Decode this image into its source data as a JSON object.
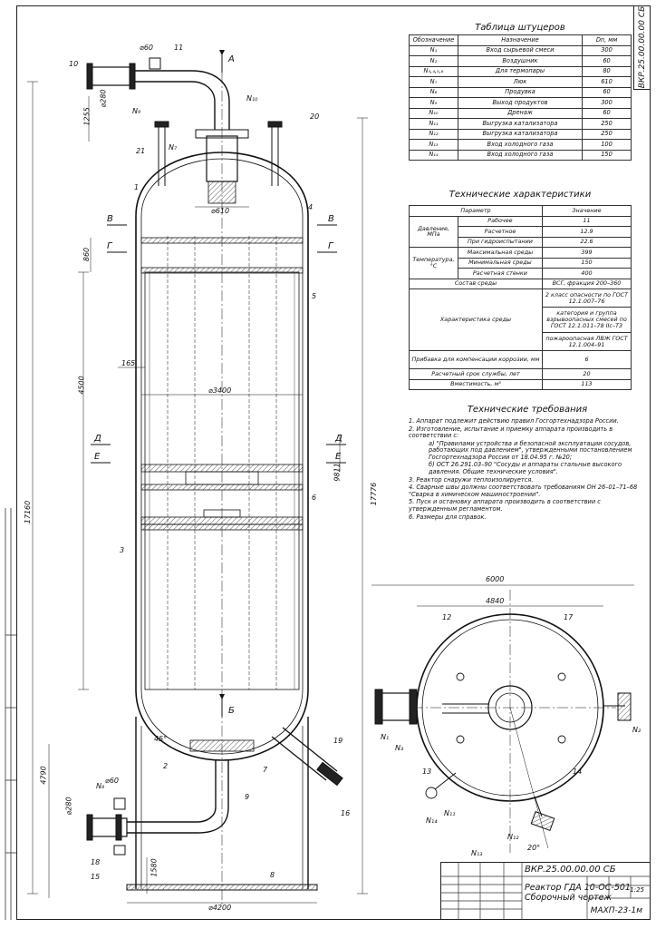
{
  "sheet": {
    "code": "ВКР.25.00.00.00 СБ",
    "code_top": "ВКР.25.00.00.00 СБ"
  },
  "nozzles": {
    "title": "Таблица штуцеров",
    "headers": [
      "Обозначение",
      "Назначение",
      "Dn, мм"
    ],
    "rows": [
      [
        "N₁",
        "Вход сырьевой смеси",
        "300"
      ],
      [
        "N₂",
        "Воздушник",
        "60"
      ],
      [
        "N₃,₄,₅,₆",
        "Для термопары",
        "80"
      ],
      [
        "N₇",
        "Люк",
        "610"
      ],
      [
        "N₈",
        "Продувка",
        "60"
      ],
      [
        "N₉",
        "Выход продуктов",
        "300"
      ],
      [
        "N₁₀",
        "Дренаж",
        "60"
      ],
      [
        "N₁₁",
        "Выгрузка катализатора",
        "250"
      ],
      [
        "N₁₂",
        "Выгрузка катализатора",
        "250"
      ],
      [
        "N₁₃",
        "Вход холодного газа",
        "100"
      ],
      [
        "N₁₄",
        "Вход холодного газа",
        "150"
      ]
    ]
  },
  "chars": {
    "title": "Технические характеристики",
    "headers": [
      "Параметр",
      "Значение"
    ],
    "pressure_label": "Давление, МПа",
    "pressure_rows": [
      [
        "Рабочее",
        "11"
      ],
      [
        "Расчетное",
        "12.9"
      ],
      [
        "При гидроиспытании",
        "22.6"
      ]
    ],
    "temp_label": "Температура, °С",
    "temp_rows": [
      [
        "Максимальная среды",
        "399"
      ],
      [
        "Минимальная среды",
        "150"
      ],
      [
        "Расчетная стенки",
        "400"
      ]
    ],
    "medium_label": "Состав среды",
    "medium_value": "ВСГ, фракция 200–360",
    "medium_char_label": "Характеристика среды",
    "medium_char_values": [
      "2 класс опасности по ГОСТ 12.1.007–76",
      "категория и группа взрывоопасных смесей по ГОСТ 12.1.011–78 IIс–Т3",
      "пожароопасная ЛВЖ ГОСТ 12.1.004–91"
    ],
    "other_rows": [
      [
        "Прибавка для компенсации коррозии, мм",
        "6"
      ],
      [
        "Расчетный срок службы, лет",
        "20"
      ],
      [
        "Вместимость, м³",
        "113"
      ]
    ]
  },
  "requirements": {
    "title": "Технические требования",
    "items": [
      "1. Аппарат подлежит действию правил Госгортехнадзора России.",
      "2. Изготовление, испытание и приемку аппарата производить в соответствии с:",
      "а) \"Правилами устройства и безопасной эксплуатации сосудов, работающих под давлением\", утвержденными постановлением Госгортехнадзора России от 18.04.95 г. №20;",
      "б) ОСТ 26.291.03–90 \"Сосуды и аппараты стальные высокого давления. Общие технические условия\".",
      "3. Реактор снаружи теплоизолируется.",
      "4. Сварные швы должны соответствовать требованиям ОН 26–01–71–68 \"Сварка в химическом машиностроении\".",
      "5. Пуск и остановку аппарата производить в соответствии с утвержденным регламентом.",
      "6. Размеры для справок."
    ]
  },
  "title_block": {
    "code": "ВКР.25.00.00.00 СБ",
    "name_line1": "Реактор ГДА 10-ОС-501",
    "name_line2": "Сборочный чертеж",
    "scale": "1:25",
    "org": "МАХП-23-1м"
  },
  "drawing": {
    "views": [
      "А",
      "Б",
      "В",
      "В",
      "Г",
      "Г",
      "Д",
      "Д",
      "Е",
      "Е"
    ],
    "positions": [
      "1",
      "2",
      "3",
      "4",
      "5",
      "6",
      "7",
      "8",
      "9",
      "10",
      "11",
      "12",
      "13",
      "14",
      "15",
      "16",
      "17",
      "18",
      "19",
      "20",
      "21"
    ],
    "nozzle_labels": [
      "N₁",
      "N₂",
      "N₃",
      "N₇",
      "N₈",
      "N₉",
      "N₁₀",
      "N₁₁",
      "N₁₂",
      "N₁₃",
      "N₁₄"
    ],
    "dims": {
      "d60_top": "⌀60",
      "d280_top": "⌀280",
      "h1255": "1255",
      "d610": "⌀610",
      "h860": "860",
      "h4500": "4500",
      "w165": "165",
      "d3400": "⌀3400",
      "h17160": "17160",
      "h17776": "17776",
      "h9811": "9811",
      "h4790": "4790",
      "d60_bot": "⌀60",
      "d280_bot": "⌀280",
      "h1580": "1580",
      "d4200": "⌀4200",
      "a45": "45°",
      "w6000": "6000",
      "w4840": "4840",
      "a20": "20°"
    }
  }
}
